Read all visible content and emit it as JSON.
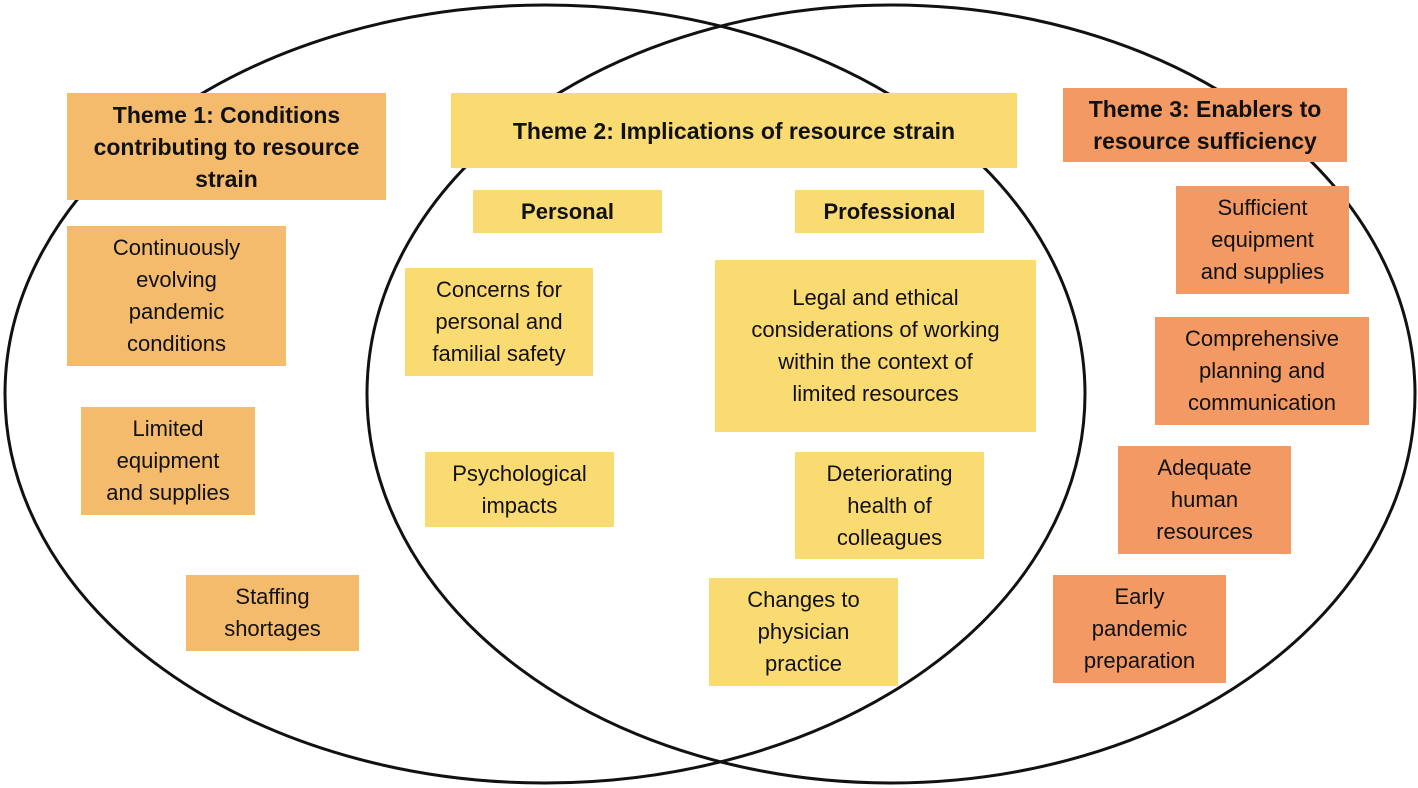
{
  "colors": {
    "theme1_fill": "#f5bb6c",
    "theme2_fill": "#fadb72",
    "theme3_fill": "#f29964",
    "ellipse_stroke": "#111111"
  },
  "theme1": {
    "title": "Theme 1: Conditions\ncontributing to resource\nstrain",
    "items": [
      "Continuously\nevolving\npandemic\nconditions",
      "Limited\nequipment\nand supplies",
      "Staffing\nshortages"
    ]
  },
  "theme2": {
    "title": "Theme 2: Implications of resource strain",
    "personal": {
      "label": "Personal",
      "items": [
        "Concerns for\npersonal and\nfamilial safety",
        "Psychological\nimpacts"
      ]
    },
    "professional": {
      "label": "Professional",
      "items": [
        "Legal and ethical\nconsiderations of working\nwithin the context of\nlimited resources",
        "Deteriorating\nhealth of\ncolleagues",
        "Changes to\nphysician\npractice"
      ]
    }
  },
  "theme3": {
    "title": "Theme 3: Enablers to\nresource sufficiency",
    "items": [
      "Sufficient\nequipment\nand supplies",
      "Comprehensive\nplanning and\ncommunication",
      "Adequate\nhuman\nresources",
      "Early\npandemic\npreparation"
    ]
  }
}
